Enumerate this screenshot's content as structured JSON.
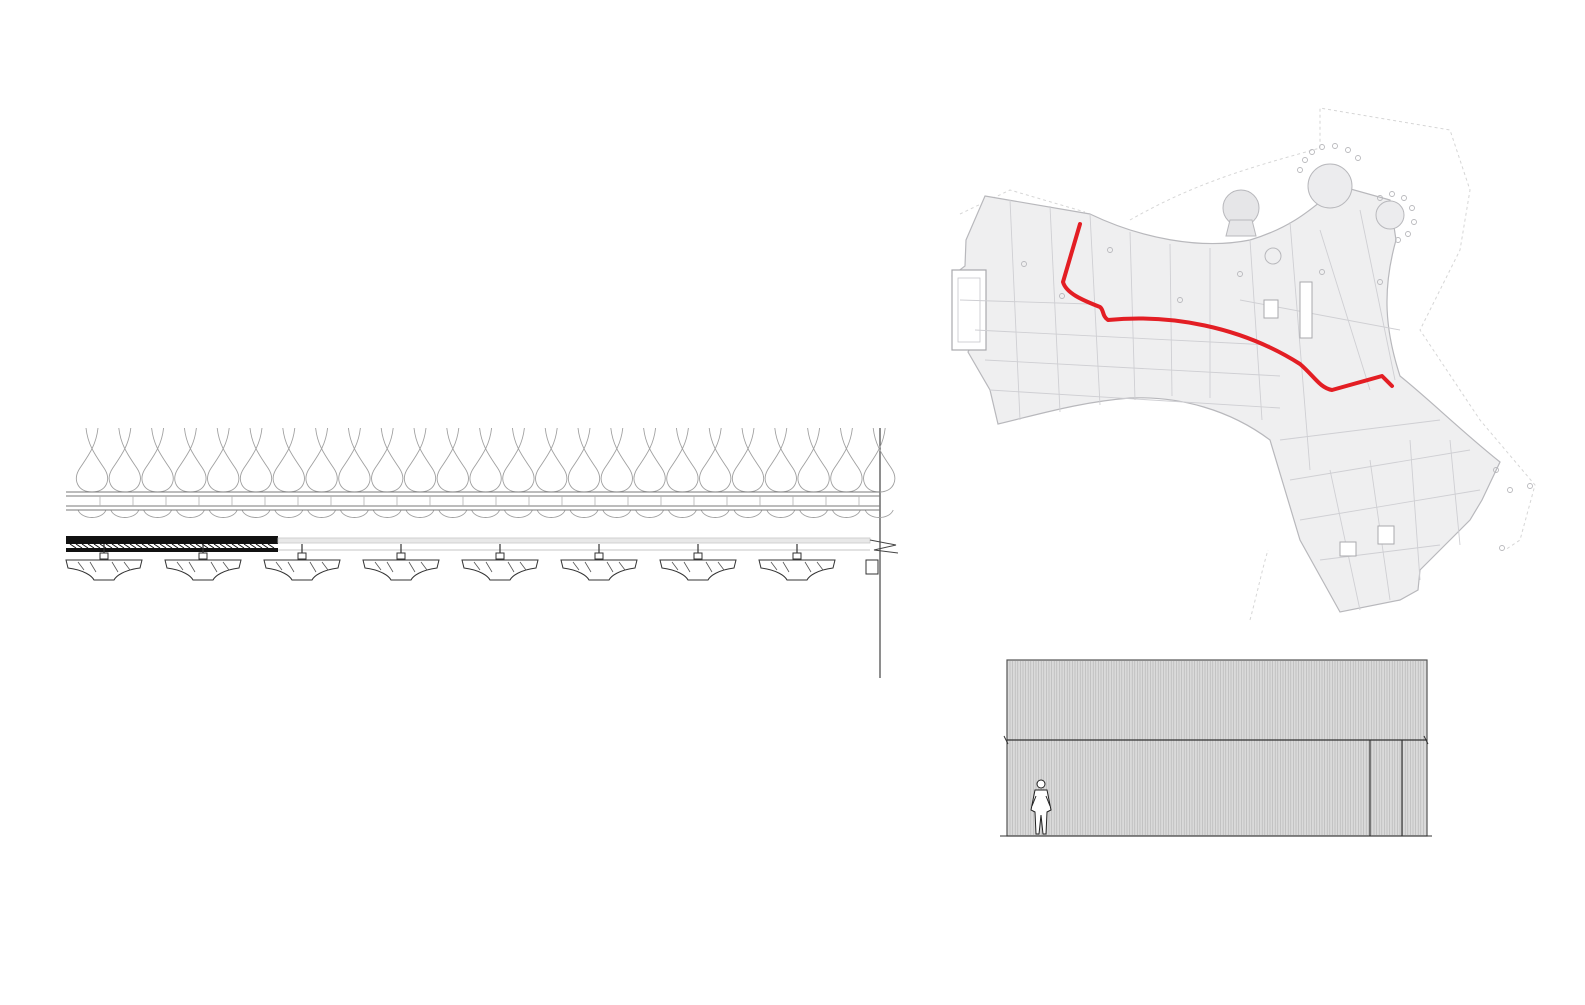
{
  "drawing": {
    "sheet": "architectural-detail-sheet",
    "views": [
      "wall-section-detail",
      "floor-plan-key",
      "wall-elevation"
    ],
    "colors": {
      "background": "#ffffff",
      "line_dark": "#333333",
      "line_light": "#9a9a9a",
      "line_faint": "#c8c8c8",
      "plan_fill": "#efeff0",
      "plan_stroke": "#b8b8bc",
      "highlight_path": "#e31e24",
      "elevation_fill": "#d9d9d9",
      "solid_black": "#111111"
    },
    "icons": {
      "break_symbol": "zigzag-break-icon",
      "human_figure": "scale-person-icon"
    }
  }
}
